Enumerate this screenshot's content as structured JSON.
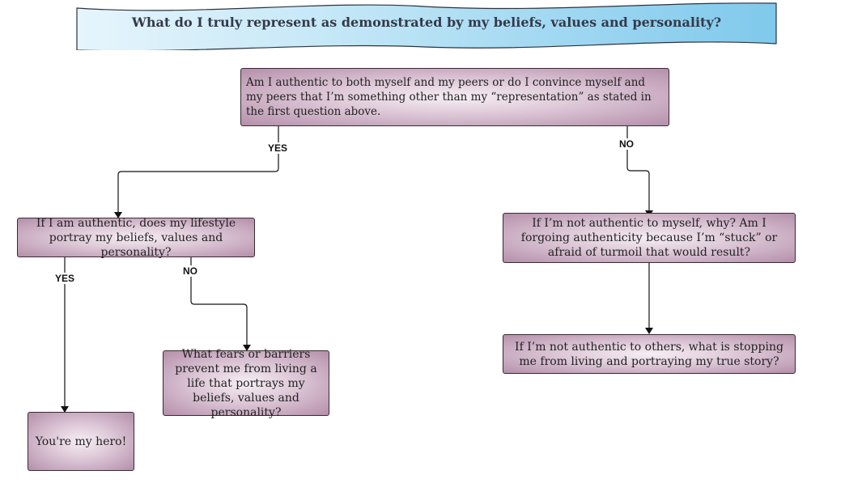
{
  "title": "What do I truly represent as demonstrated by my beliefs, values and personality?",
  "nodes": {
    "authentic_question": "Am I authentic to both myself and my peers or do I convince myself and my peers that I’m something other than my “representation” as stated in the first question above.",
    "lifestyle_question": "If I am authentic, does my lifestyle portray my beliefs, values and personality?",
    "not_authentic_self": "If I’m not authentic to myself, why? Am I forgoing authenticity because I’m “stuck” or afraid of turmoil that would result?",
    "not_authentic_others": "If I’m not authentic to others, what is stopping me from living and portraying my true story?",
    "fears_barriers": "What fears or barriers prevent me from living a life that portrays my beliefs, values and personality?",
    "hero": "You're my hero!"
  },
  "edges": {
    "yes_1": "YES",
    "no_1": "NO",
    "yes_2": "YES",
    "no_2": "NO"
  },
  "colors": {
    "banner_fill": "#8fd0ee",
    "box_center": "#f6eef4",
    "box_edge": "#b48faa",
    "stroke": "#3a2a33"
  }
}
